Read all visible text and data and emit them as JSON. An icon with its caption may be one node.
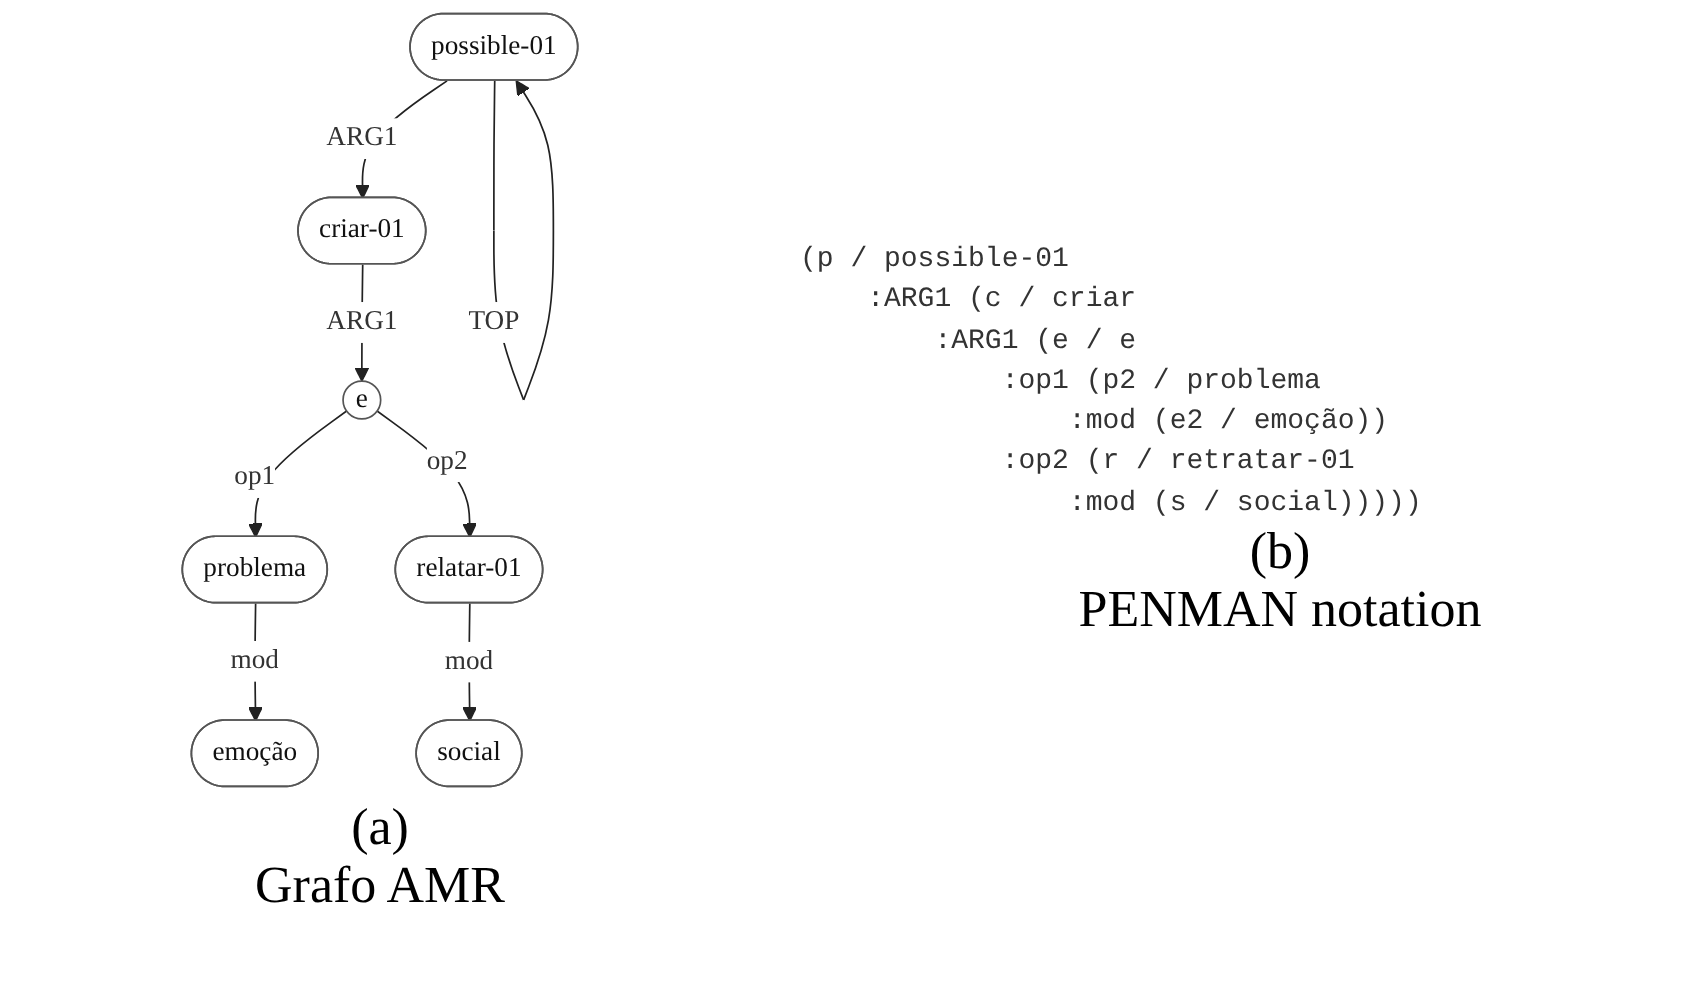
{
  "diagram": {
    "nodes": [
      {
        "text": [
          "possible-01"
        ]
      },
      {
        "text": [
          "criar-01"
        ]
      },
      {
        "text": [
          "e"
        ]
      },
      {
        "text": [
          "problema"
        ]
      },
      {
        "text": [
          "relatar-01"
        ]
      },
      {
        "text": [
          "emoção"
        ]
      },
      {
        "text": [
          "social"
        ]
      }
    ],
    "edges": [
      {
        "from": 0,
        "to": 0,
        "arrow": "to",
        "label": "TOP"
      },
      {
        "from": 0,
        "to": 1,
        "arrow": "to",
        "label": "ARG1"
      },
      {
        "from": 1,
        "to": 2,
        "arrow": "to",
        "label": "ARG1"
      },
      {
        "from": 2,
        "to": 3,
        "arrow": "to",
        "label": "op1"
      },
      {
        "from": 2,
        "to": 4,
        "arrow": "to",
        "label": "op2"
      },
      {
        "from": 3,
        "to": 5,
        "arrow": "to",
        "label": "mod"
      },
      {
        "from": 4,
        "to": 6,
        "arrow": "to",
        "label": "mod"
      }
    ],
    "labels": [
      "(a)",
      "Grafo AMR",
      "(p / possible-01",
      "    :ARG1 (c / criar",
      "        :ARG1 (e / e",
      "            :op1 (p2 / problema",
      "                :mod (e2 / emoção))",
      "            :op2 (r / retratar-01",
      "                :mod (s / social)))))",
      "(b)",
      "PENMAN notation"
    ]
  }
}
